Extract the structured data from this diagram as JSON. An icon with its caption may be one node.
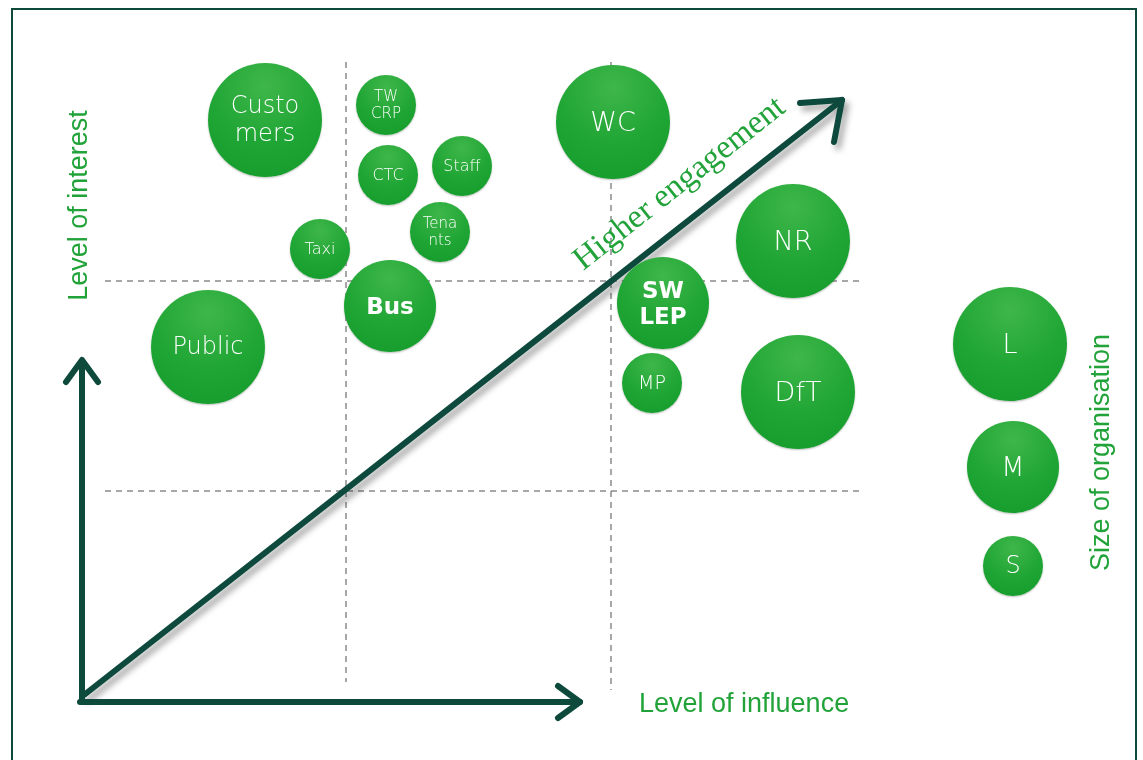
{
  "diagram": {
    "nodes": [
      {
        "text": [
          "Custo mers"
        ]
      },
      {
        "text": [
          "TW CRP"
        ]
      },
      {
        "text": [
          "CTC"
        ]
      },
      {
        "text": [
          "Staff"
        ]
      },
      {
        "text": [
          "Tena nts"
        ]
      },
      {
        "text": [
          "Taxi"
        ]
      },
      {
        "text": [
          "Bus"
        ]
      },
      {
        "text": [
          "Public"
        ]
      },
      {
        "text": [
          "WC"
        ]
      },
      {
        "text": [
          "NR"
        ]
      },
      {
        "text": [
          "SW LEP"
        ]
      },
      {
        "text": [
          "MP"
        ]
      },
      {
        "text": [
          "DfT"
        ]
      },
      {
        "text": [
          "L"
        ]
      },
      {
        "text": [
          "M"
        ]
      },
      {
        "text": [
          "S"
        ]
      }
    ],
    "edges": [],
    "labels": [
      "Level of interest",
      "Higher engagement",
      "Size of organisation",
      "Level of influence"
    ]
  }
}
